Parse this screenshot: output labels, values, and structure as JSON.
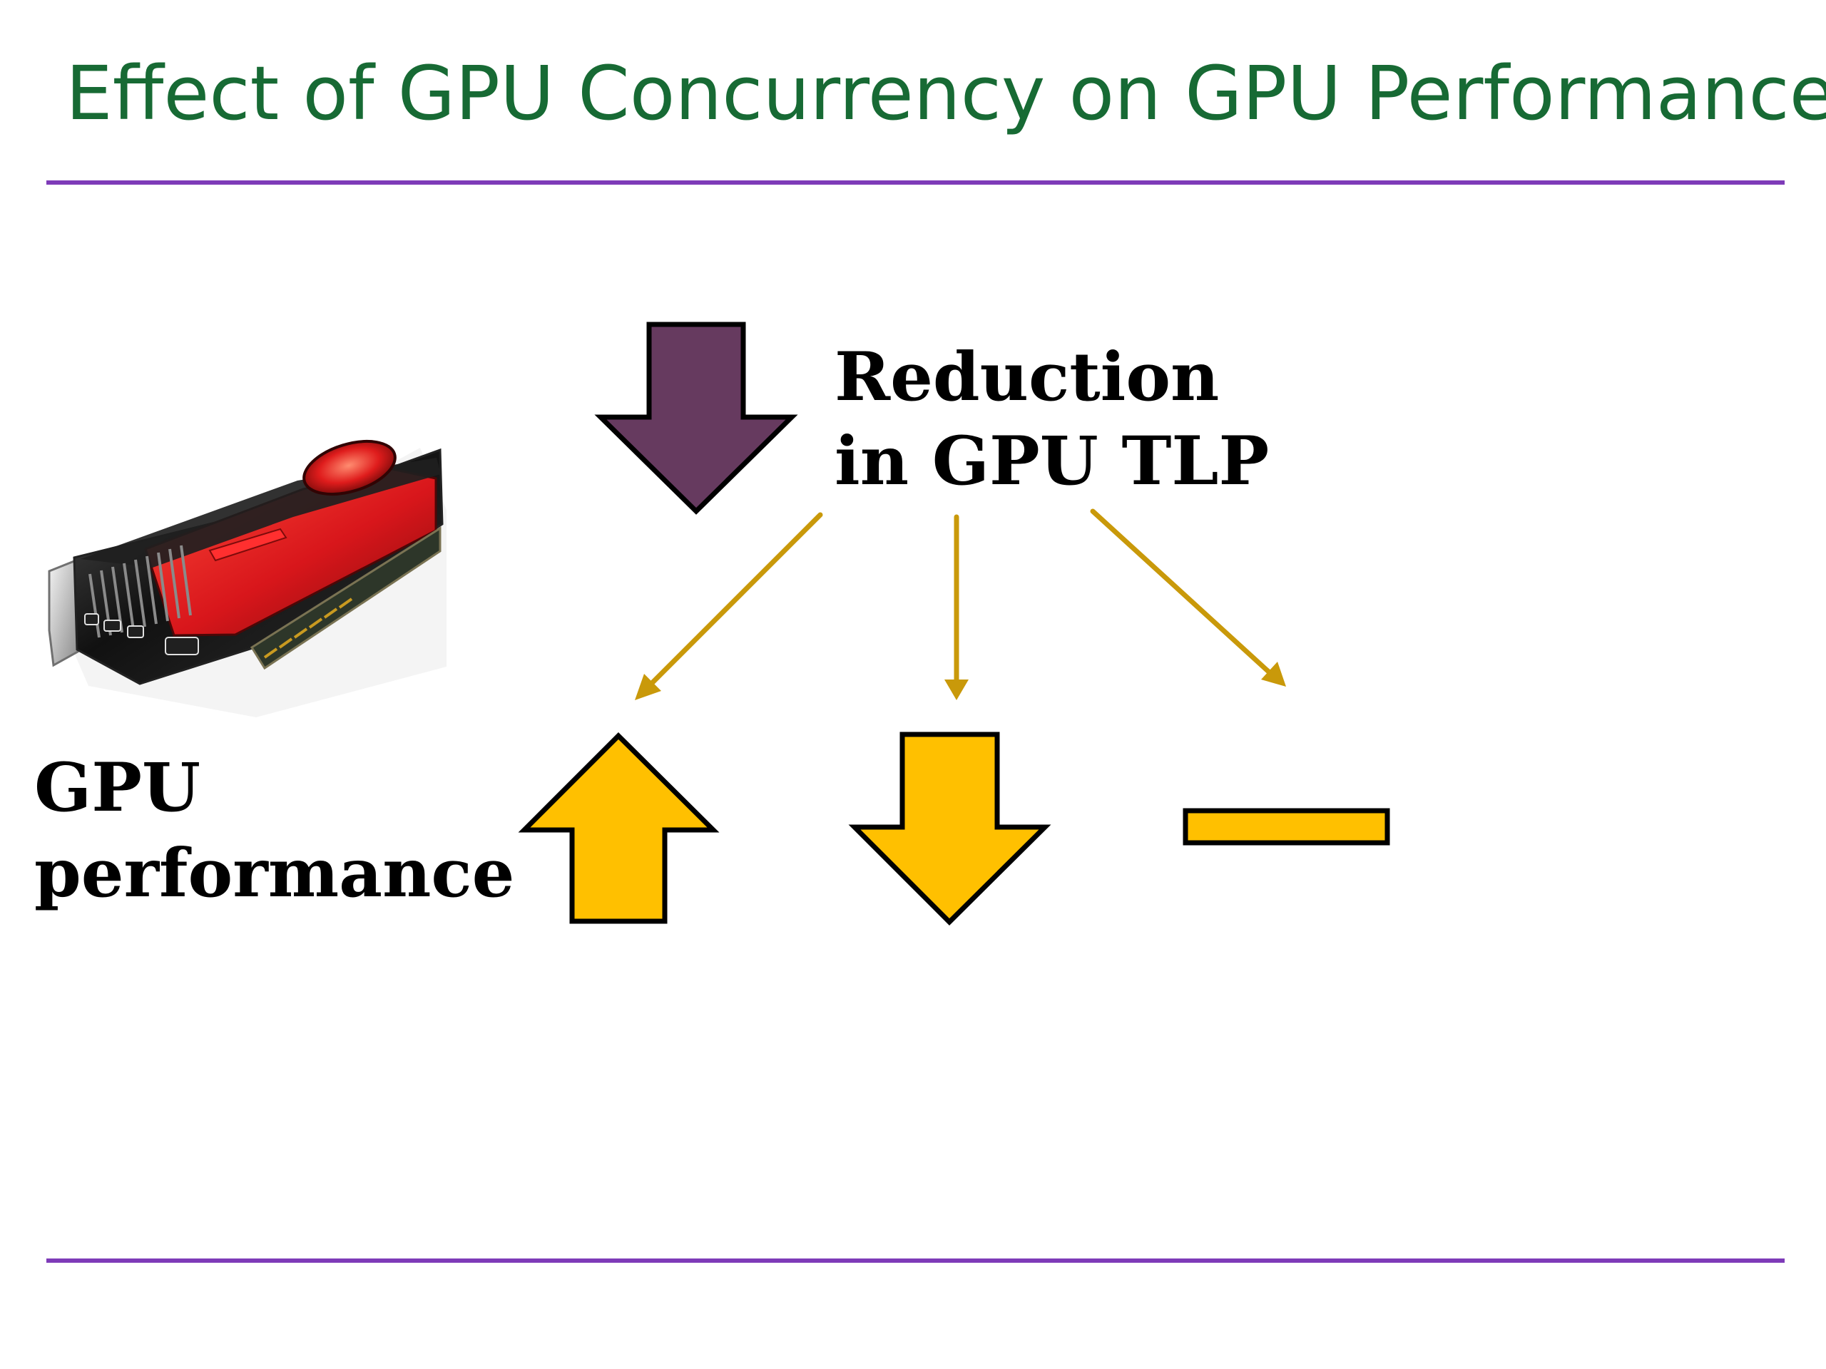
{
  "slide": {
    "title": "Effect of GPU Concurrency on GPU Performance"
  },
  "diagram": {
    "reduction_label_line1": "Reduction",
    "reduction_label_line2": "in GPU TLP",
    "gpu_performance_label_line1": "GPU",
    "gpu_performance_label_line2": "performance",
    "outcomes": [
      "increase",
      "decrease",
      "no change"
    ]
  },
  "icons": {
    "top_arrow": "down-arrow-icon",
    "gpu_image": "graphics-card-icon",
    "left_outcome": "up-arrow-icon",
    "middle_outcome": "down-arrow-icon",
    "right_outcome": "minus-icon"
  },
  "colors": {
    "title": "#176a34",
    "rule": "#7e3bb8",
    "tlp_arrow": "#663a5f",
    "connector": "#c9990a",
    "performance_indicator": "#ffc000",
    "outline": "#000000"
  }
}
